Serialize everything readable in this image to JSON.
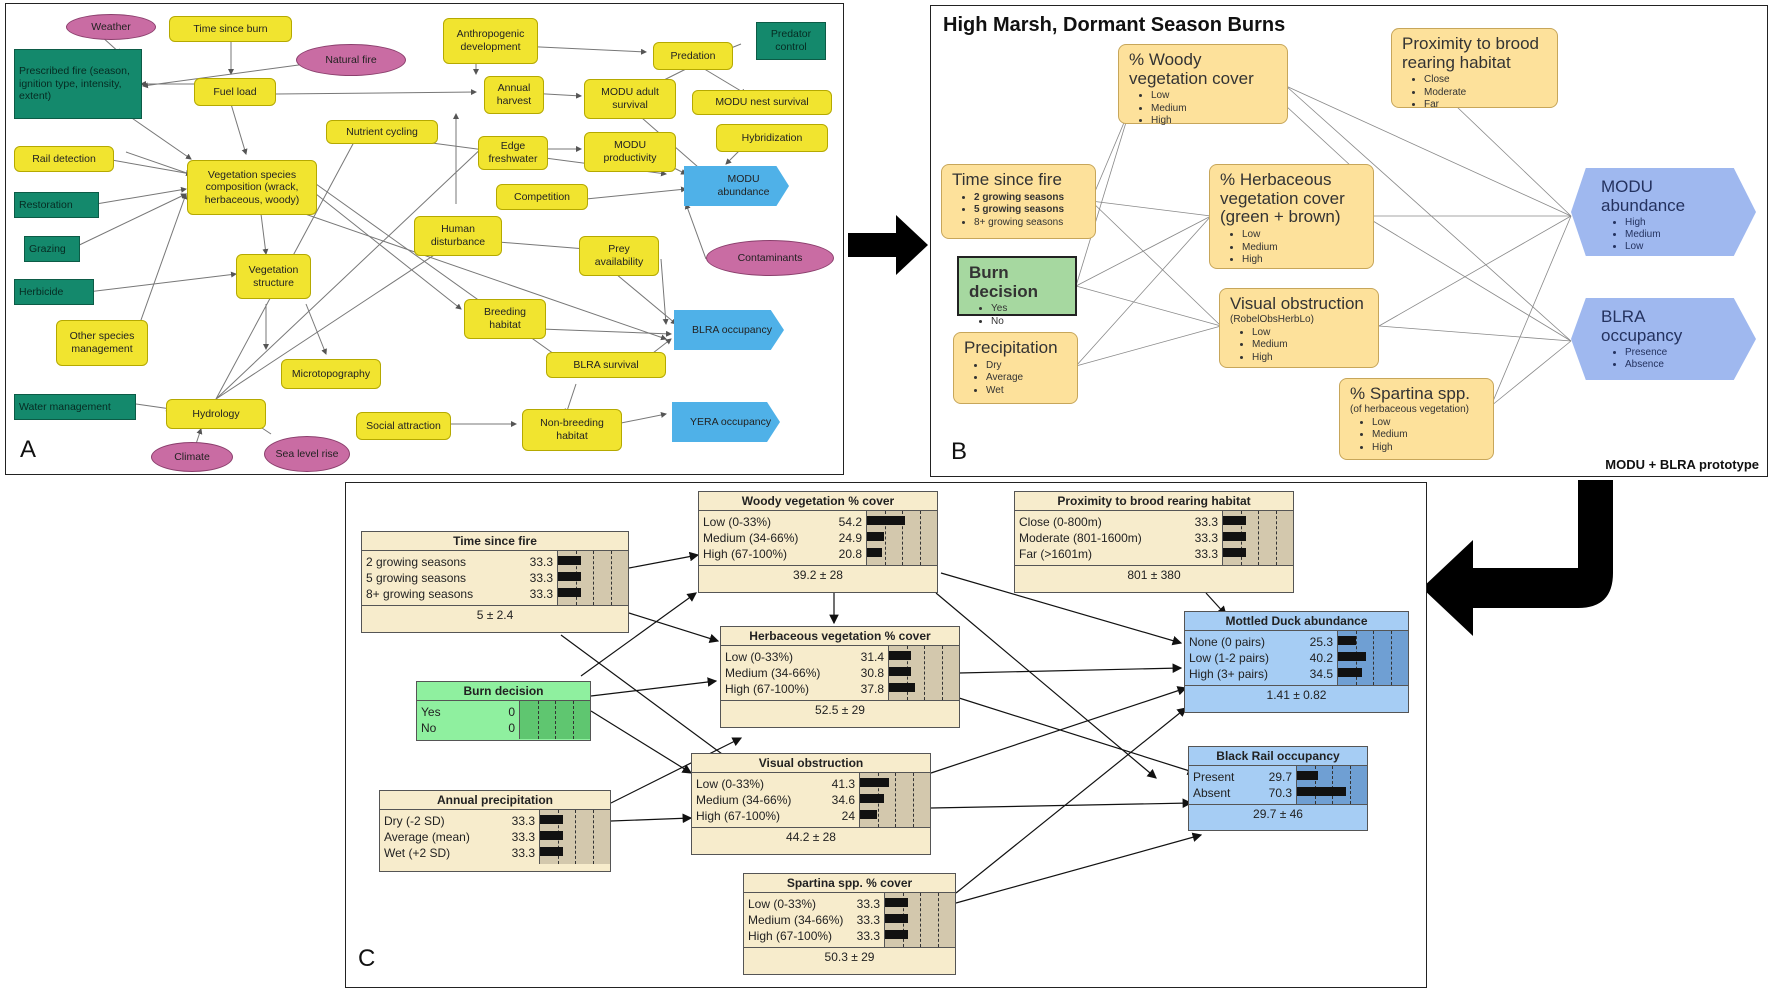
{
  "panel_a": {
    "letter": "A",
    "nodes": {
      "weather": "Weather",
      "time_since_burn": "Time since burn",
      "natural_fire": "Natural fire",
      "prescribed_fire": "Prescribed fire (season, ignition type, intensity, extent)",
      "fuel_load": "Fuel load",
      "anthropogenic_development": "Anthropogenic development",
      "predation": "Predation",
      "predator_control": "Predator control",
      "annual_harvest": "Annual harvest",
      "modu_adult_survival": "MODU adult survival",
      "modu_nest_survival": "MODU nest survival",
      "nutrient_cycling": "Nutrient cycling",
      "rail_detection": "Rail detection",
      "edge_freshwater": "Edge freshwater",
      "modu_productivity": "MODU productivity",
      "hybridization": "Hybridization",
      "vegetation_species": "Vegetation species composition (wrack, herbaceous, woody)",
      "competition": "Competition",
      "modu_abundance": "MODU abundance",
      "restoration": "Restoration",
      "human_disturbance": "Human disturbance",
      "prey_availability": "Prey availability",
      "contaminants": "Contaminants",
      "grazing": "Grazing",
      "vegetation_structure": "Vegetation structure",
      "herbicide": "Herbicide",
      "breeding_habitat": "Breeding habitat",
      "blra_occupancy": "BLRA occupancy",
      "other_species": "Other species management",
      "microtopography": "Microtopography",
      "blra_survival": "BLRA survival",
      "water_management": "Water management",
      "hydrology": "Hydrology",
      "social_attraction": "Social attraction",
      "non_breeding_habitat": "Non-breeding habitat",
      "yera_occupancy": "YERA occupancy",
      "climate": "Climate",
      "sea_level_rise": "Sea level rise"
    }
  },
  "panel_b": {
    "letter": "B",
    "title": "High Marsh, Dormant Season Burns",
    "footer": "MODU + BLRA prototype",
    "woody": {
      "title": "% Woody vegetation cover",
      "states": [
        "Low",
        "Medium",
        "High"
      ]
    },
    "proximity": {
      "title": "Proximity to brood rearing habitat",
      "states": [
        "Close",
        "Moderate",
        "Far"
      ]
    },
    "time_since_fire": {
      "title": "Time since fire",
      "states": [
        "2 growing seasons",
        "5 growing seasons",
        "8+ growing seasons"
      ]
    },
    "herbaceous": {
      "title": "% Herbaceous vegetation cover (green + brown)",
      "states": [
        "Low",
        "Medium",
        "High"
      ]
    },
    "burn_decision": {
      "title": "Burn decision",
      "states": [
        "Yes",
        "No"
      ]
    },
    "visual_obstruction": {
      "title": "Visual obstruction",
      "subtitle": "(RobelObsHerbLo)",
      "states": [
        "Low",
        "Medium",
        "High"
      ]
    },
    "precipitation": {
      "title": "Precipitation",
      "states": [
        "Dry",
        "Average",
        "Wet"
      ]
    },
    "spartina": {
      "title": "% Spartina spp.",
      "subtitle": "(of herbaceous vegetation)",
      "states": [
        "Low",
        "Medium",
        "High"
      ]
    },
    "modu_abundance": {
      "title": "MODU abundance",
      "states": [
        "High",
        "Medium",
        "Low"
      ]
    },
    "blra_occupancy": {
      "title": "BLRA occupancy",
      "states": [
        "Presence",
        "Absence"
      ]
    }
  },
  "panel_c": {
    "letter": "C",
    "woody": {
      "title": "Woody vegetation % cover",
      "rows": [
        {
          "label": "Low (0-33%)",
          "value": 54.2
        },
        {
          "label": "Medium (34-66%)",
          "value": 24.9
        },
        {
          "label": "High (67-100%)",
          "value": 20.8
        }
      ],
      "foot": "39.2 ± 28"
    },
    "proximity": {
      "title": "Proximity to brood rearing habitat",
      "rows": [
        {
          "label": "Close (0-800m)",
          "value": 33.3
        },
        {
          "label": "Moderate (801-1600m)",
          "value": 33.3
        },
        {
          "label": "Far (>1601m)",
          "value": 33.3
        }
      ],
      "foot": "801 ± 380"
    },
    "time_since_fire": {
      "title": "Time since fire",
      "rows": [
        {
          "label": "2 growing seasons",
          "value": 33.3
        },
        {
          "label": "5 growing seasons",
          "value": 33.3
        },
        {
          "label": "8+ growing seasons",
          "value": 33.3
        }
      ],
      "foot": "5 ± 2.4"
    },
    "herbaceous": {
      "title": "Herbaceous vegetation % cover",
      "rows": [
        {
          "label": "Low (0-33%)",
          "value": 31.4
        },
        {
          "label": "Medium (34-66%)",
          "value": 30.8
        },
        {
          "label": "High (67-100%)",
          "value": 37.8
        }
      ],
      "foot": "52.5 ± 29"
    },
    "modu_abundance": {
      "title": "Mottled Duck abundance",
      "rows": [
        {
          "label": "None (0 pairs)",
          "value": 25.3
        },
        {
          "label": "Low (1-2 pairs)",
          "value": 40.2
        },
        {
          "label": "High (3+ pairs)",
          "value": 34.5
        }
      ],
      "foot": "1.41 ± 0.82"
    },
    "burn_decision": {
      "title": "Burn decision",
      "rows": [
        {
          "label": "Yes",
          "value": 0
        },
        {
          "label": "No",
          "value": 0
        }
      ]
    },
    "black_rail": {
      "title": "Black Rail occupancy",
      "rows": [
        {
          "label": "Present",
          "value": 29.7
        },
        {
          "label": "Absent",
          "value": 70.3
        }
      ],
      "foot": "29.7 ± 46"
    },
    "visual_obstruction": {
      "title": "Visual obstruction",
      "rows": [
        {
          "label": "Low (0-33%)",
          "value": 41.3
        },
        {
          "label": "Medium (34-66%)",
          "value": 34.6
        },
        {
          "label": "High (67-100%)",
          "value": 24.0
        }
      ],
      "foot": "44.2 ± 28"
    },
    "precipitation": {
      "title": "Annual precipitation",
      "rows": [
        {
          "label": "Dry (-2 SD)",
          "value": 33.3
        },
        {
          "label": "Average (mean)",
          "value": 33.3
        },
        {
          "label": "Wet (+2 SD)",
          "value": 33.3
        }
      ]
    },
    "spartina": {
      "title": "Spartina spp. % cover",
      "rows": [
        {
          "label": "Low (0-33%)",
          "value": 33.3
        },
        {
          "label": "Medium (34-66%)",
          "value": 33.3
        },
        {
          "label": "High (67-100%)",
          "value": 33.3
        }
      ],
      "foot": "50.3 ± 29"
    }
  },
  "colors": {
    "yellow": "#f1e42f",
    "green": "#14896c",
    "pink": "#c96ca3",
    "blue": "#4fb1e8",
    "b_node": "#fde19b",
    "b_blue": "#9fb8ef",
    "c_node": "#f7eccc",
    "c_blue": "#a6cdf4",
    "c_green": "#8ff09f"
  }
}
